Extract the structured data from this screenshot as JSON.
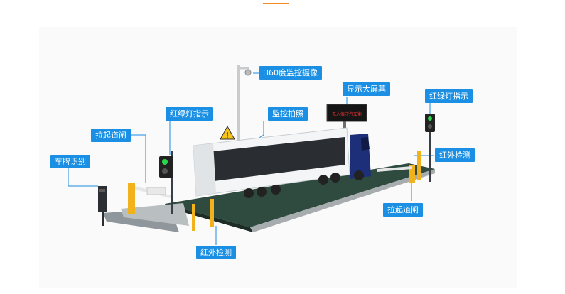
{
  "labels": {
    "camera_360": "360度监控摄像",
    "display_screen": "显示大屏幕",
    "traffic_light_left": "红绿灯指示",
    "traffic_light_right": "红绿灯指示",
    "monitor_capture": "监控拍照",
    "barrier_gate_left": "拉起道闸",
    "barrier_gate_right": "拉起道闸",
    "plate_recognition": "车牌识别",
    "infrared_right": "红外检测",
    "infrared_bottom": "红外检测"
  },
  "screen": {
    "scroll_text": "无人值守汽车衡"
  },
  "colors": {
    "callout_blue": "#1a8fe3",
    "platform": "#2f4a3f",
    "truck_cab": "#1e2f7a",
    "accent": "#f08a24"
  }
}
